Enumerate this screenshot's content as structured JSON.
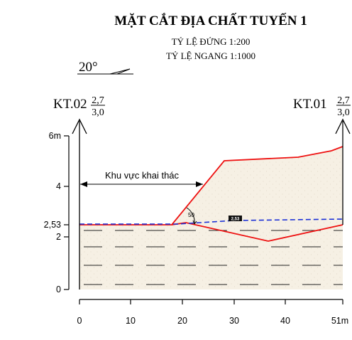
{
  "title": "MẶT CẮT ĐỊA CHẤT TUYẾN 1",
  "scale_vertical": "TỶ LỆ ĐỨNG 1:200",
  "scale_horizontal": "TỶ LỆ NGANG 1:1000",
  "dip_angle": "20°",
  "boreholes": {
    "left": {
      "name": "KT.02",
      "num": "2,7",
      "den": "3,0"
    },
    "right": {
      "name": "KT.01",
      "num": "2,7",
      "den": "3,0"
    }
  },
  "zone_label": "Khu vực khai thác",
  "slope_angle": "50",
  "water_level_tag": "2,53",
  "y_ticks": [
    "6m",
    "4",
    "2,53",
    "2",
    "0"
  ],
  "x_ticks": [
    "0",
    "10",
    "20",
    "30",
    "40",
    "51m"
  ],
  "colors": {
    "surface_line": "#ee1111",
    "water_line": "#1a2fd6",
    "fill": "#f6f0e4"
  }
}
